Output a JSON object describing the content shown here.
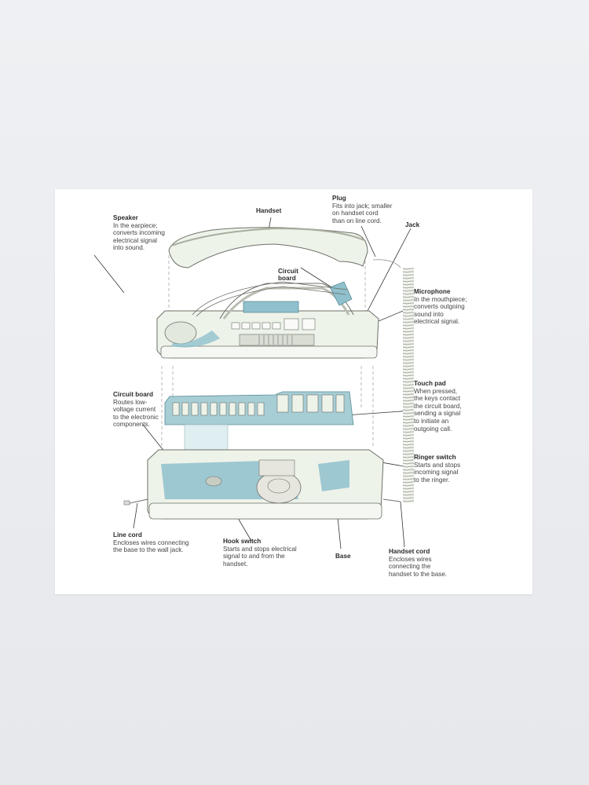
{
  "diagram": {
    "subject": "Exploded view of a telephone",
    "labels": {
      "speaker": {
        "title": "Speaker",
        "desc": "In the earpiece;\nconverts incoming\nelectrical signal\ninto sound."
      },
      "handset": {
        "title": "Handset"
      },
      "plug": {
        "title": "Plug",
        "desc": "Fits into jack; smaller\non handset cord\nthan on line cord."
      },
      "jack": {
        "title": "Jack"
      },
      "circuit_board_top": {
        "title": "Circuit\nboard"
      },
      "microphone": {
        "title": "Microphone",
        "desc": "In the mouthpiece;\nconverts outgoing\nsound into\nelectrical signal."
      },
      "circuit_board": {
        "title": "Circuit board",
        "desc": "Routes low-\nvoltage current\nto the electronic\ncomponents."
      },
      "touch_pad": {
        "title": "Touch pad",
        "desc": "When pressed,\nthe keys contact\nthe circuit board,\nsending a signal\nto initiate an\noutgoing call."
      },
      "ringer_switch": {
        "title": "Ringer switch",
        "desc": "Starts and stops\nincoming signal\nto the ringer."
      },
      "line_cord": {
        "title": "Line cord",
        "desc": "Encloses wires connecting\nthe base to the wall jack."
      },
      "hook_switch": {
        "title": "Hook switch",
        "desc": "Starts and stops electrical\nsignal to and from the\nhandset."
      },
      "base": {
        "title": "Base"
      },
      "handset_cord": {
        "title": "Handset cord",
        "desc": "Encloses wires\nconnecting the\nhandset to the base."
      }
    },
    "colors": {
      "circuit": "#8fc0cc",
      "body": "#eef3ea",
      "outline": "#6c7068",
      "wall": "#e9ebef"
    }
  }
}
